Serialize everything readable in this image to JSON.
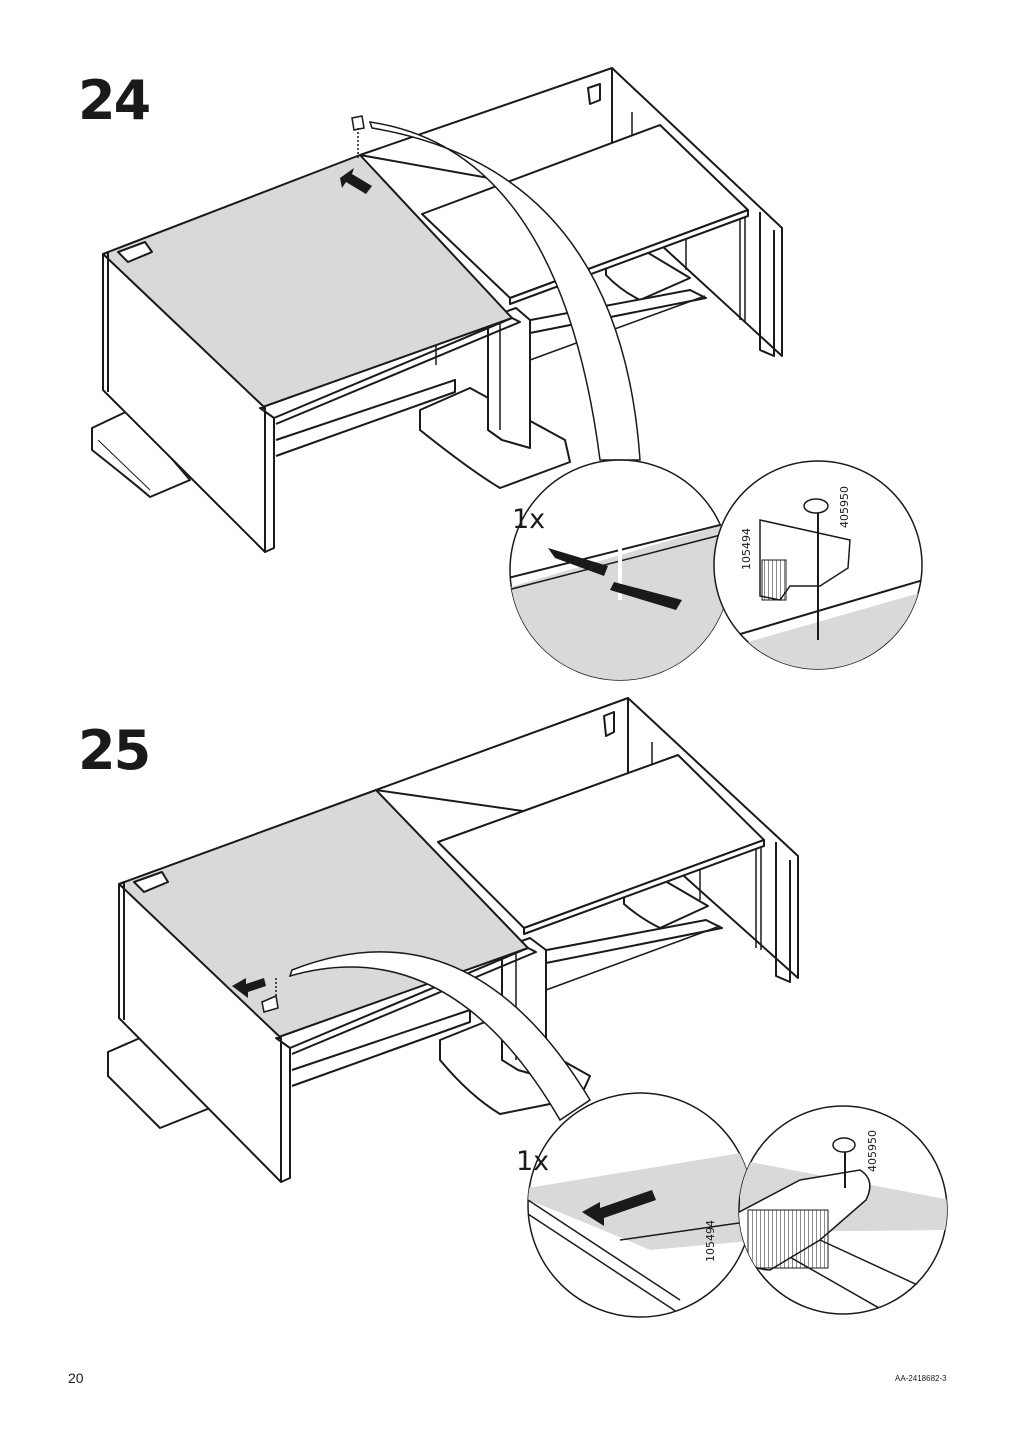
{
  "steps": [
    {
      "number": "24",
      "quantity": "1x",
      "part_numbers": [
        "105494",
        "405950"
      ]
    },
    {
      "number": "25",
      "quantity": "1x",
      "part_numbers": [
        "105494",
        "405950"
      ]
    }
  ],
  "footer": {
    "page_number": "20",
    "document_code": "AA-2418682-3"
  },
  "icons": [
    "push-arrow-icon",
    "pull-arrow-icon",
    "bracket-icon",
    "screw-icon"
  ],
  "colors": {
    "line": "#1a1a1a",
    "panel_fill": "#d9d9d9",
    "background": "#ffffff"
  }
}
